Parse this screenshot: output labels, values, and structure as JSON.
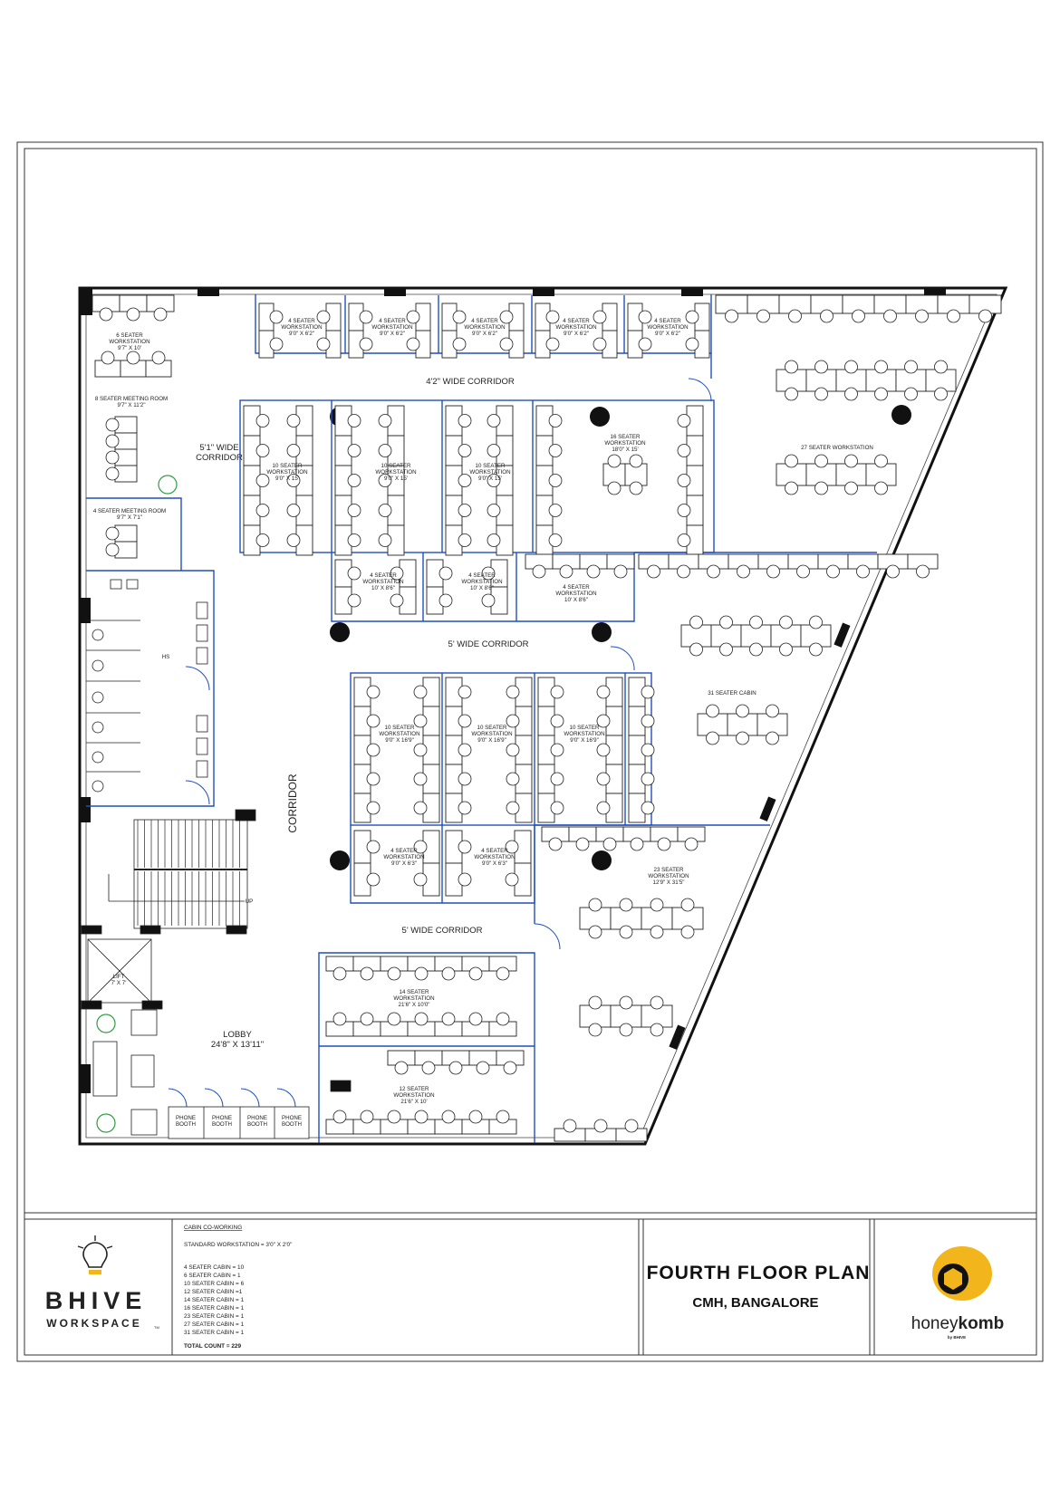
{
  "rooms": {
    "ws6": [
      "6 SEATER",
      "WORKSTATION",
      "9'7\" X 10'"
    ],
    "mr8": [
      "8 SEATER MEETING ROOM",
      "9'7\" X 11'2\""
    ],
    "mr4": [
      "4 SEATER MEETING ROOM",
      "9'7\" X 7'1\""
    ],
    "top4": [
      [
        "4 SEATER",
        "WORKSTATION",
        "9'0\" X 6'2\""
      ],
      [
        "4 SEATER",
        "WORKSTATION",
        "9'0\" X 6'2\""
      ],
      [
        "4 SEATER",
        "WORKSTATION",
        "9'0\" X 6'2\""
      ],
      [
        "4 SEATER",
        "WORKSTATION",
        "9'0\" X 6'2\""
      ],
      [
        "4 SEATER",
        "WORKSTATION",
        "9'0\" X 6'2\""
      ]
    ],
    "row10a": [
      [
        "10 SEATER",
        "WORKSTATION",
        "9'0\" X 15'"
      ],
      [
        "10 SEATER",
        "WORKSTATION",
        "9'0\" X 15'"
      ],
      [
        "10 SEATER",
        "WORKSTATION",
        "9'0\" X 15'"
      ]
    ],
    "ws16": [
      "16 SEATER",
      "WORKSTATION",
      "18'0\" X 15'"
    ],
    "ws27": "27 SEATER WORKSTATION",
    "mid4": [
      [
        "4 SEATER",
        "WORKSTATION",
        "10' X 8'6\""
      ],
      [
        "4 SEATER",
        "WORKSTATION",
        "10' X 8'6\""
      ],
      [
        "4 SEATER",
        "WORKSTATION",
        "10' X 8'6\""
      ]
    ],
    "hs": "HS",
    "cabin31": "31 SEATER CABIN",
    "row10b": [
      [
        "10 SEATER",
        "WORKSTATION",
        "9'0\" X 16'9\""
      ],
      [
        "10 SEATER",
        "WORKSTATION",
        "9'0\" X 16'9\""
      ],
      [
        "10 SEATER",
        "WORKSTATION",
        "9'0\" X 16'9\""
      ]
    ],
    "low4": [
      [
        "4 SEATER",
        "WORKSTATION",
        "9'0\" X 6'3\""
      ],
      [
        "4 SEATER",
        "WORKSTATION",
        "9'0\" X 6'3\""
      ]
    ],
    "ws23": [
      "23 SEATER",
      "WORKSTATION",
      "12'9\" X 31'5\""
    ],
    "ws14": [
      "14 SEATER",
      "WORKSTATION",
      "21'6\" X 10'0\""
    ],
    "ws12": [
      "12 SEATER",
      "WORKSTATION",
      "21'6\" X 10'"
    ],
    "lift": [
      "LIFT",
      "7' X 7'"
    ],
    "lobby": [
      "LOBBY",
      "24'8\" X 13'11\""
    ],
    "phone": [
      "PHONE",
      "BOOTH"
    ],
    "up": "UP"
  },
  "corridors": {
    "c42": "4'2\" WIDE CORRIDOR",
    "c51": [
      "5'1\" WIDE",
      "CORRIDOR"
    ],
    "c5a": "5' WIDE CORRIDOR",
    "c5b": "5' WIDE CORRIDOR",
    "main": "CORRIDOR"
  },
  "titleblock": {
    "brand_name": "BHIVE",
    "brand_sub": "WORKSPACE",
    "brand_tm": "TM",
    "legend_heading": "CABIN CO-WORKING",
    "legend_standard": "STANDARD  WORKSTATION = 3'0\" X 2'0\"",
    "legend_items": [
      "4 SEATER  CABIN = 10",
      "6 SEATER CABIN = 1",
      "10 SEATER CABIN = 6",
      "12 SEATER CABIN =1",
      "14 SEATER CABIN = 1",
      "16 SEATER CABIN = 1",
      "23 SEATER CABIN = 1",
      "27 SEATER CABIN = 1",
      "31 SEATER CABIN = 1"
    ],
    "legend_total": "TOTAL COUNT = 229",
    "plan_title": "FOURTH  FLOOR  PLAN",
    "plan_location": "CMH, BANGALORE",
    "partner_name_a": "honey",
    "partner_name_b": "komb",
    "partner_by": "by BHIVE"
  },
  "colors": {
    "partition": "#1f4fbf",
    "partner_accent": "#f2b51c",
    "plant": "#2e9e3e"
  }
}
